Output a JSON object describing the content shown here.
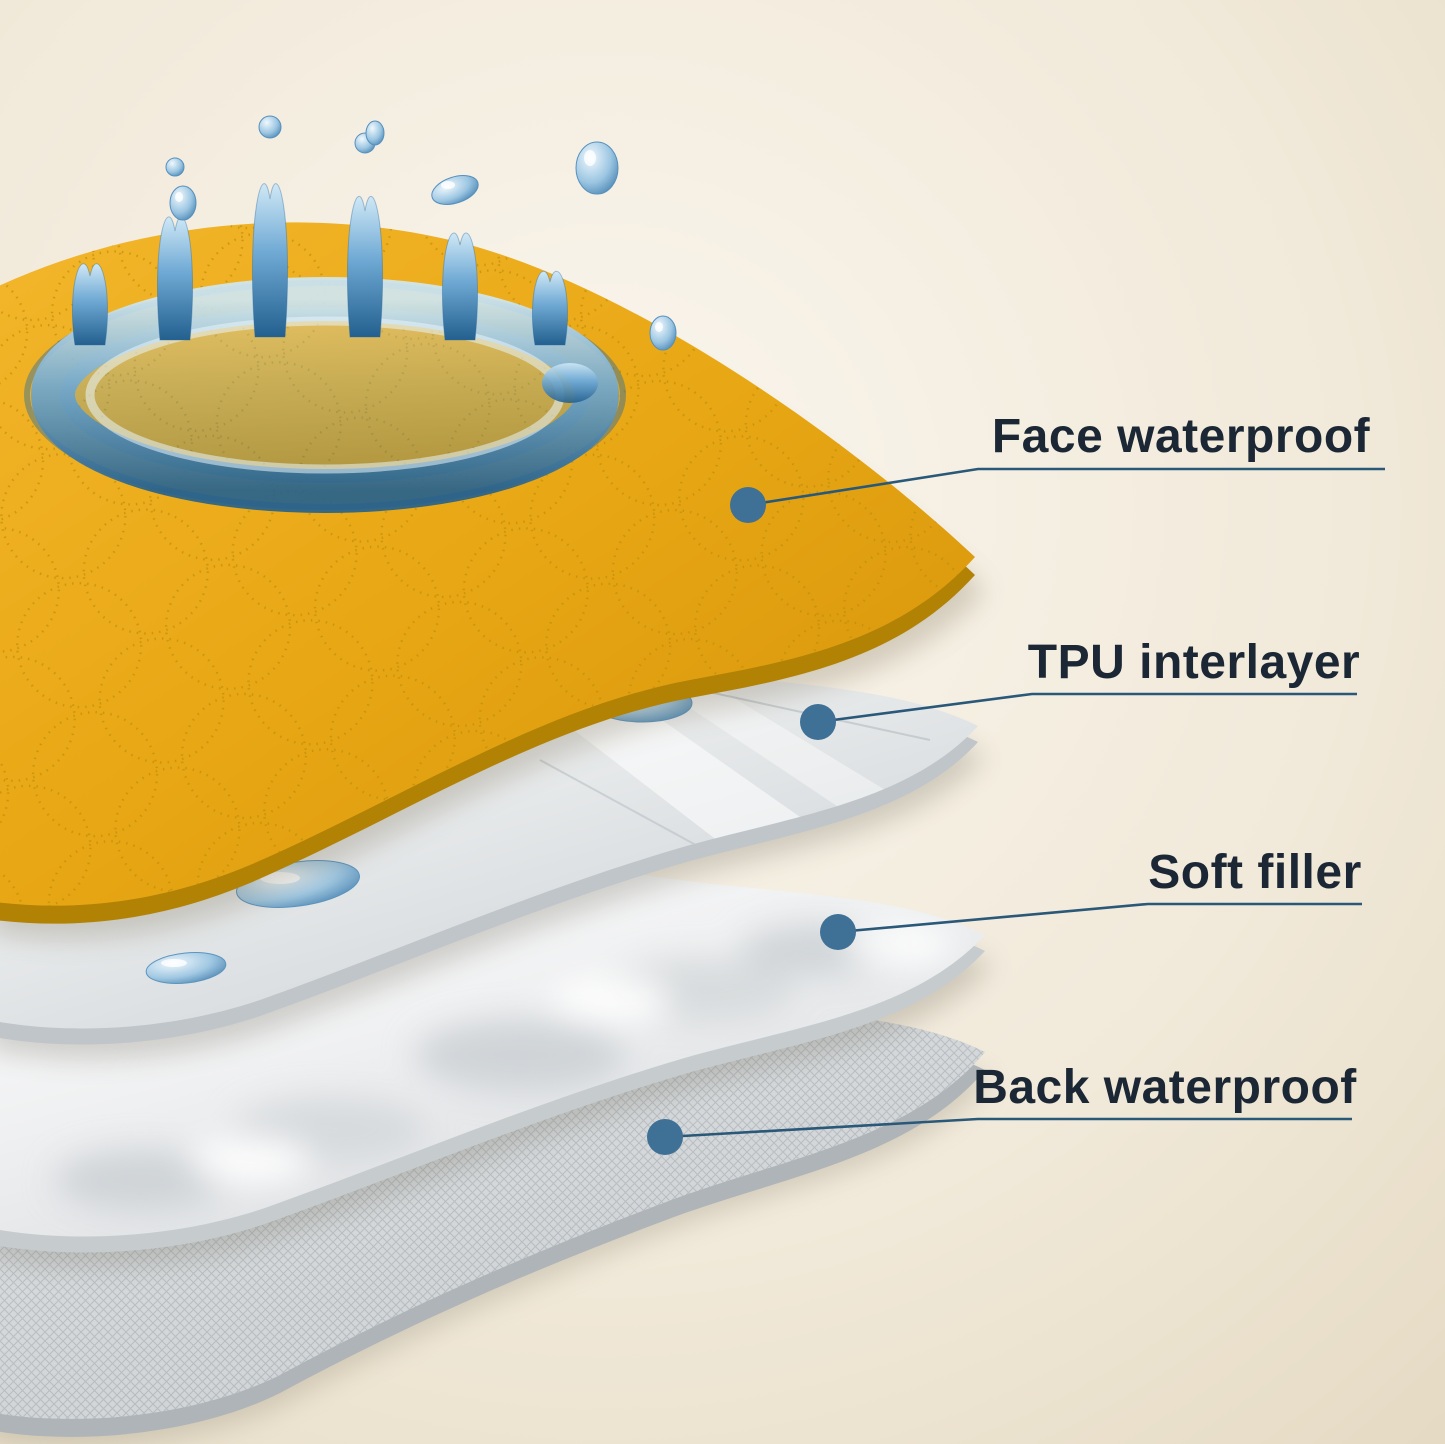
{
  "diagram": {
    "layers": [
      {
        "label": "Face waterproof"
      },
      {
        "label": "TPU interlayer"
      },
      {
        "label": "Soft filler"
      },
      {
        "label": "Back waterproof"
      }
    ],
    "icons": {
      "callout_dot": "callout-dot",
      "water_splash": "water-splash-icon",
      "water_droplet": "water-droplet-icon"
    },
    "colors": {
      "background": "#efe7d6",
      "face_layer": "#e8a714",
      "face_layer_edge": "#b28205",
      "tpu_layer": "#e6e9ea",
      "filler_layer": "#f2f3f4",
      "back_layer": "#cdd2d5",
      "water": "#4e88b4",
      "callout_line": "#2a5878",
      "callout_dot": "#3f7096",
      "label_text": "#1b2735"
    }
  }
}
